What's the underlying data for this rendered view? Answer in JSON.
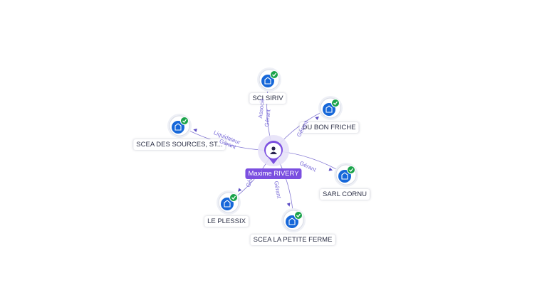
{
  "colors": {
    "company_icon": "#1667d9",
    "verified_badge": "#1aa34a",
    "person": "#7b4fe0",
    "edge": "#5b4bc4",
    "edge_label": "#7a6cd8"
  },
  "center": {
    "name": "Maxime RIVERY",
    "icon": "person-icon"
  },
  "companies": [
    {
      "name": "SCI SIRIV",
      "icon": "building-icon",
      "badge": "check-icon",
      "relation": [
        "Gérant",
        "Associé"
      ]
    },
    {
      "name": "DU BON FRICHE",
      "icon": "building-icon",
      "badge": "check-icon",
      "relation": [
        "Gérant"
      ]
    },
    {
      "name": "SARL CORNU",
      "icon": "building-icon",
      "badge": "check-icon",
      "relation": [
        "Gérant"
      ]
    },
    {
      "name": "SCEA LA PETITE FERME",
      "icon": "building-icon",
      "badge": "check-icon",
      "relation": [
        "Gérant"
      ]
    },
    {
      "name": "LE PLESSIX",
      "icon": "building-icon",
      "badge": "check-icon",
      "relation": [
        "Gérant"
      ]
    },
    {
      "name": "SCEA DES SOURCES, ST...",
      "icon": "building-icon",
      "badge": "check-icon",
      "relation": [
        "Liquidateur",
        "Gérant"
      ]
    }
  ]
}
